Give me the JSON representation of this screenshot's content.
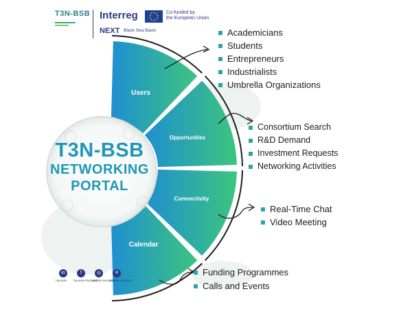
{
  "header": {
    "logo_name": "T3N-BSB",
    "program_name": "Interreg",
    "cofunded_line1": "Co-funded by",
    "cofunded_line2": "the European Union",
    "next_label": "NEXT",
    "region_label": "Black Sea Basin"
  },
  "center": {
    "line1": "T3N-BSB",
    "line2": "NETWORKING",
    "line3": "PORTAL"
  },
  "segments": [
    {
      "label": "Users"
    },
    {
      "label": "Opportunities"
    },
    {
      "label": "Connectivity"
    },
    {
      "label": "Calendar"
    }
  ],
  "lists": {
    "users": [
      "Academicians",
      "Students",
      "Entrepreneurs",
      "Industrialists",
      "Umbrella Organizations"
    ],
    "opportunities": [
      "Consortium Search",
      "R&D Demand",
      "Investment Requests",
      "Networking Activities"
    ],
    "connectivity": [
      "Real-Time Chat",
      "Video Meeting"
    ],
    "calendar": [
      "Funding Programmes",
      "Calls and Events"
    ]
  },
  "social": [
    {
      "icon": "linkedin-icon",
      "glyph": "in",
      "caption": "T3N-BSB"
    },
    {
      "icon": "facebook-icon",
      "glyph": "f",
      "caption": "T3N-BSB PROJECT"
    },
    {
      "icon": "instagram-icon",
      "glyph": "◎",
      "caption": "T3NBSB PROJECT"
    },
    {
      "icon": "twitter-icon",
      "glyph": "✕",
      "caption": "T3NBSB PROJECT"
    }
  ],
  "colors": {
    "gradient_start": "#1f8fd0",
    "gradient_end": "#3cc57e",
    "title": "#1f97b6",
    "bullet": "#2aa6a2",
    "brand": "#2a3a80"
  }
}
